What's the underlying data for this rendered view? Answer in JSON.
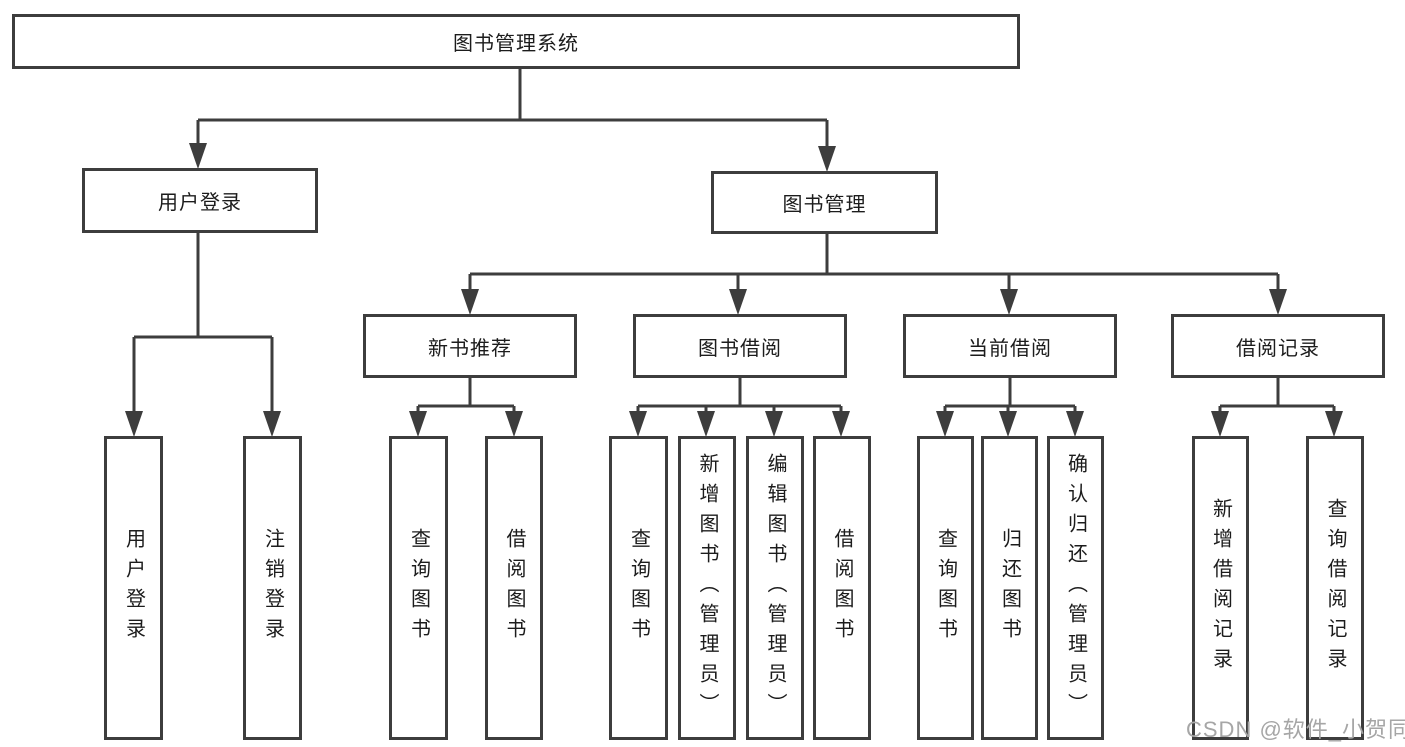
{
  "diagram": {
    "root": {
      "label": "图书管理系统"
    },
    "branches": {
      "user_login": {
        "label": "用户登录",
        "children": [
          {
            "label": "用户登录"
          },
          {
            "label": "注销登录"
          }
        ]
      },
      "book_management": {
        "label": "图书管理",
        "groups": [
          {
            "label": "新书推荐",
            "children": [
              {
                "label": "查询图书"
              },
              {
                "label": "借阅图书"
              }
            ]
          },
          {
            "label": "图书借阅",
            "children": [
              {
                "label": "查询图书"
              },
              {
                "label": "新增图书（管理员）"
              },
              {
                "label": "编辑图书（管理员）"
              },
              {
                "label": "借阅图书"
              }
            ]
          },
          {
            "label": "当前借阅",
            "children": [
              {
                "label": "查询图书"
              },
              {
                "label": "归还图书"
              },
              {
                "label": "确认归还（管理员）"
              }
            ]
          },
          {
            "label": "借阅记录",
            "children": [
              {
                "label": "新增借阅记录"
              },
              {
                "label": "查询借阅记录"
              }
            ]
          }
        ]
      }
    }
  },
  "watermark": {
    "text": "CSDN @软件_小贺同学"
  },
  "colors": {
    "line": "#3d3d3d",
    "text": "#1c1c1c",
    "watermark": "#a6a6a6",
    "background": "#ffffff"
  }
}
